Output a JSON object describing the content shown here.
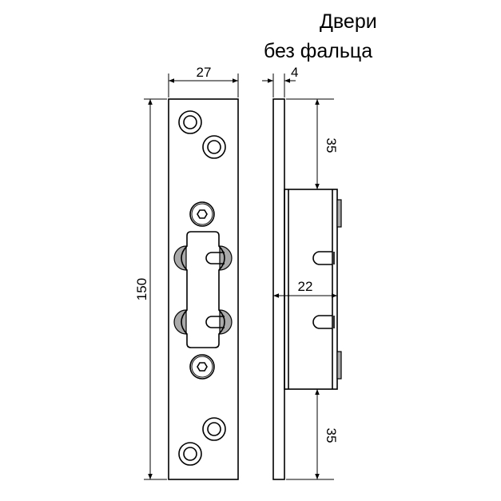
{
  "title": {
    "line1": "Двери",
    "line2": "без фальца"
  },
  "dimensions": {
    "width": "27",
    "height": "150",
    "thickness": "4",
    "top_offset": "35",
    "bottom_offset": "35",
    "depth": "22"
  }
}
